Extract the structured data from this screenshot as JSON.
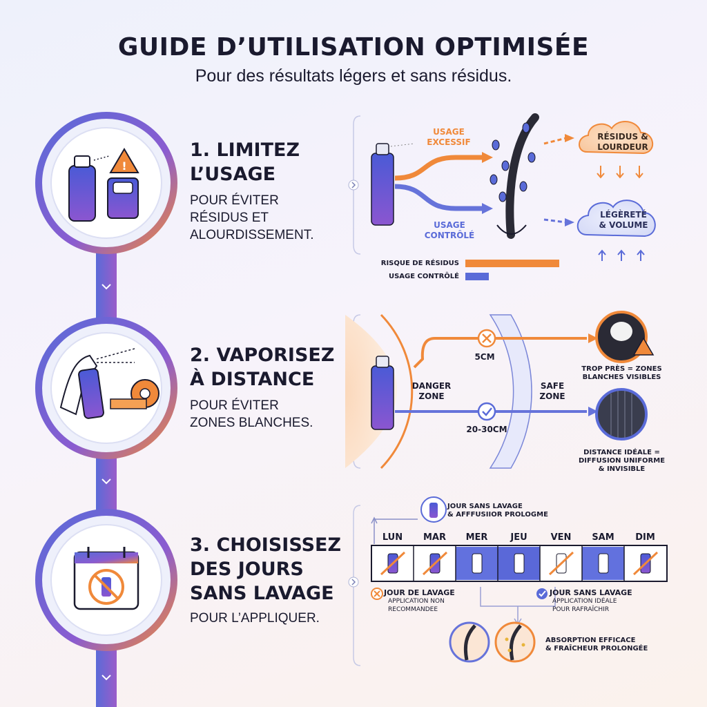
{
  "header": {
    "title": "GUIDE D’UTILISATION OPTIMISÉE",
    "subtitle": "Pour des résultats légers et sans résidus."
  },
  "steps": [
    {
      "title_line1": "1. LIMITEZ",
      "title_line2": "L’USAGE",
      "sub_line1": "POUR ÉVITER",
      "sub_line2": "RÉSIDUS ET",
      "sub_line3": "ALOURDISSEMENT."
    },
    {
      "title_line1": "2. VAPORISEZ",
      "title_line2": "À DISTANCE",
      "sub_line1": "POUR ÉVITER",
      "sub_line2": "ZONES BLANCHES."
    },
    {
      "title_line1": "3. CHOISISSEZ",
      "title_line2": "DES JOURS",
      "title_line3": "SANS LAVAGE",
      "sub_line1": "POUR L’APPLIQUER."
    }
  ],
  "usage": {
    "excessive_line1": "USAGE",
    "excessive_line2": "EXCESSIF",
    "controlled_line1": "USAGE",
    "controlled_line2": "CONTRÔLÉ",
    "residue_line1": "RÉSIDUS &",
    "residue_line2": "LOURDEUR",
    "light_line1": "LÉGÈRETÉ",
    "light_line2": "& VOLUME",
    "legend_risk": "RISQUE DE RÉSIDUS",
    "legend_controlled": "USAGE CONTRÔLÉ"
  },
  "distance": {
    "near": "5cm",
    "far": "20-30cm",
    "danger_line1": "DANGER",
    "danger_line2": "ZONE",
    "safe_line1": "SAFE",
    "safe_line2": "ZONE",
    "too_close_line1": "TROP PRÈS = ZONES",
    "too_close_line2": "BLANCHES VISIBLES",
    "ideal_line1": "DISTANCE IDÉALE =",
    "ideal_line2": "DIFFUSION UNIFORME",
    "ideal_line3": "& INVISIBLE"
  },
  "week": {
    "top_line1": "JOUR SANS LAVAGE",
    "top_line2": "& AFFFUSIІОR PROLOGME",
    "days": [
      "LUN",
      "MAR",
      "MER",
      "JEU",
      "VEN",
      "SAM",
      "DIM"
    ],
    "wash_title": "JOUR DE LAVAGE",
    "wash_line1": "APPLICATION NON",
    "wash_line2": "RECOMMANDEE",
    "nowash_title": "JOUR SANS LAVAGE",
    "nowash_line1": "APPLICATION IDÉALE",
    "nowash_line2": "POUR RAFRAÎCHIR",
    "absorb_line1": "ABSORPTION EFFICACE",
    "absorb_line2": "& FRAÎCHEUR PROLONGÉE"
  },
  "colors": {
    "orange": "#f0893a",
    "blue": "#5a6bd8",
    "purple": "#7b55c9"
  }
}
